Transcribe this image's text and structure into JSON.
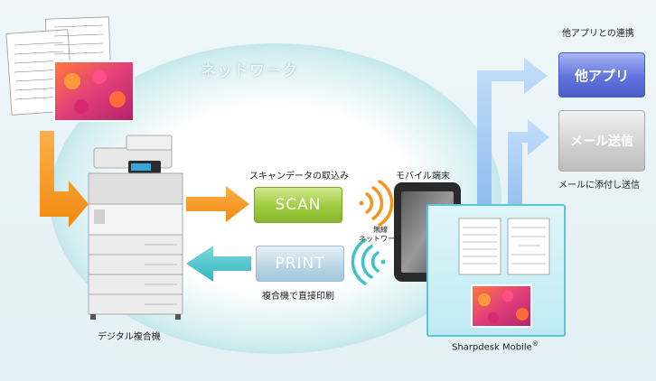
{
  "labels": {
    "network": "ネットワーク",
    "scan_caption": "スキャンデータの取込み",
    "scan_button": "SCAN",
    "print_button": "PRINT",
    "print_caption": "複合機で直接印刷",
    "mobile_title": "モバイル端末",
    "wireless_line1": "無線",
    "wireless_line2": "ネットワーク",
    "mfp_caption": "デジタル複合機",
    "other_app_caption": "他アプリとの連携",
    "other_app_button": "他アプリ",
    "mail_button": "メール送信",
    "mail_caption": "メールに添付し送信",
    "sharpdesk": "Sharpdesk Mobile",
    "sharpdesk_mark": "®"
  },
  "colors": {
    "orange_arrow": "#f7941d",
    "teal_arrow": "#3fc3c9",
    "blue_arrow": "#9cc7f3",
    "scan_green": "#9fcc3f",
    "app_blue": "#5b6ed9"
  }
}
